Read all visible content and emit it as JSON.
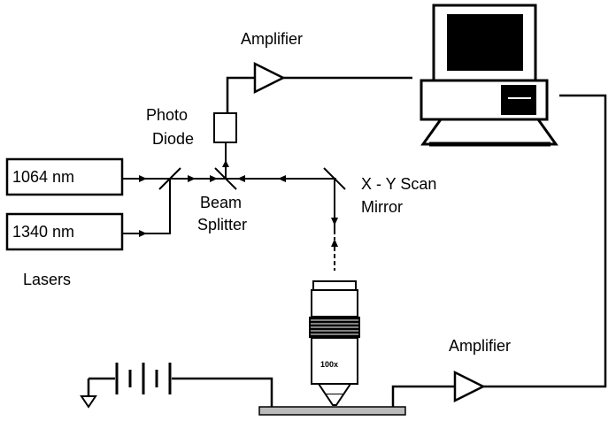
{
  "labels": {
    "amplifier_top": "Amplifier",
    "photo": "Photo",
    "diode": "Diode",
    "laser_1064": "1064 nm",
    "laser_1340": "1340 nm",
    "lasers": "Lasers",
    "beam": "Beam",
    "splitter": "Splitter",
    "xy_scan": "X - Y Scan",
    "mirror": "Mirror",
    "objective_mag": "100x",
    "amplifier_bottom": "Amplifier"
  }
}
